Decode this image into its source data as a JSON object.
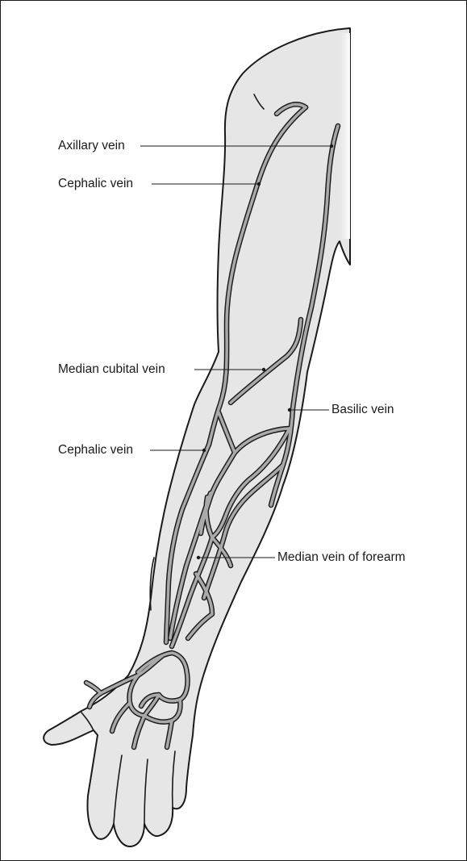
{
  "labels": {
    "axillary": "Axillary vein",
    "cephalic_upper": "Cephalic vein",
    "median_cubital": "Median cubital vein",
    "basilic": "Basilic vein",
    "cephalic_lower": "Cephalic vein",
    "median_forearm": "Median vein of forearm"
  },
  "colors": {
    "skin": "#e6e6e6",
    "vein": "#a9a9a9",
    "outline": "#1a1a1a"
  }
}
